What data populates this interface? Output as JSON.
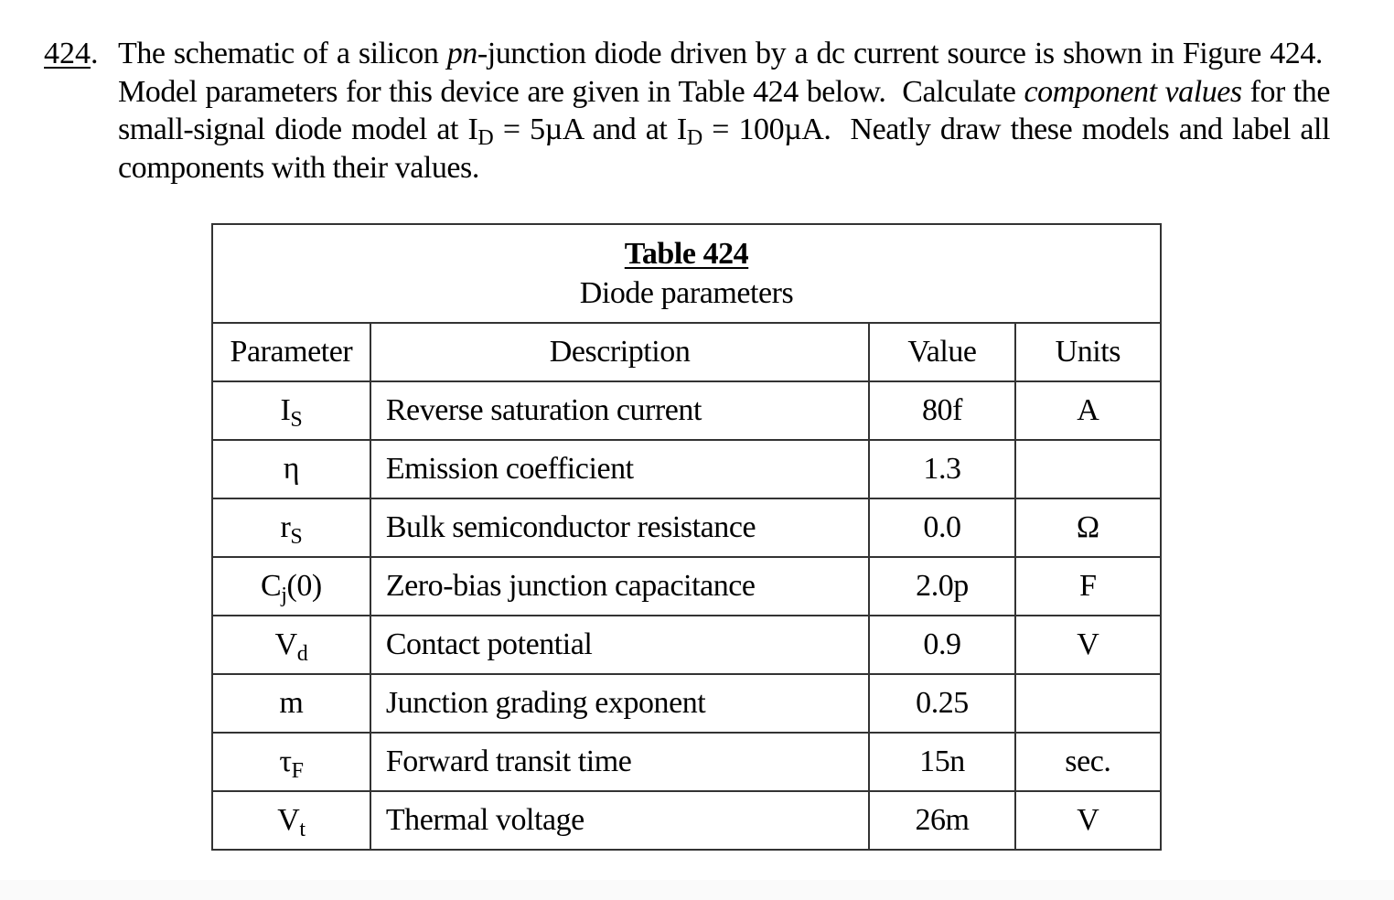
{
  "problem": {
    "number": "424",
    "sentence1_a": "The schematic of a silicon ",
    "sentence1_italic": "pn",
    "sentence1_b": "-junction diode driven by a dc current source is shown in Figure 424.",
    "sentence2": "Model parameters for this device are given in Table 424 below.",
    "sentence3_a": "Calculate ",
    "sentence3_italic": "component values",
    "sentence3_b": " for the small-signal diode model at I",
    "sub_D": "D",
    "sentence3_c": " = 5µA and at I",
    "sentence3_d": " = 100µA.",
    "sentence4": "Neatly draw these models and label all components with their values."
  },
  "table": {
    "title": "Table 424",
    "subtitle": "Diode parameters",
    "headers": {
      "parameter": "Parameter",
      "description": "Description",
      "value": "Value",
      "units": "Units"
    },
    "rows": [
      {
        "symbol": "I",
        "sub": "S",
        "description": "Reverse saturation current",
        "value": "80f",
        "units": "A"
      },
      {
        "symbol": "η",
        "sub": "",
        "description": "Emission coefficient",
        "value": "1.3",
        "units": ""
      },
      {
        "symbol": "r",
        "sub": "S",
        "description": "Bulk semiconductor resistance",
        "value": "0.0",
        "units": "Ω"
      },
      {
        "symbol": "C",
        "sub": "j",
        "suffix": "(0)",
        "description": "Zero-bias junction capacitance",
        "value": "2.0p",
        "units": "F"
      },
      {
        "symbol": "V",
        "sub": "d",
        "description": "Contact potential",
        "value": "0.9",
        "units": "V"
      },
      {
        "symbol": "m",
        "sub": "",
        "description": "Junction grading exponent",
        "value": "0.25",
        "units": ""
      },
      {
        "symbol": "τ",
        "sub": "F",
        "description": "Forward transit time",
        "value": "15n",
        "units": "sec."
      },
      {
        "symbol": "V",
        "sub": "t",
        "description": "Thermal voltage",
        "value": "26m",
        "units": "V"
      }
    ]
  }
}
